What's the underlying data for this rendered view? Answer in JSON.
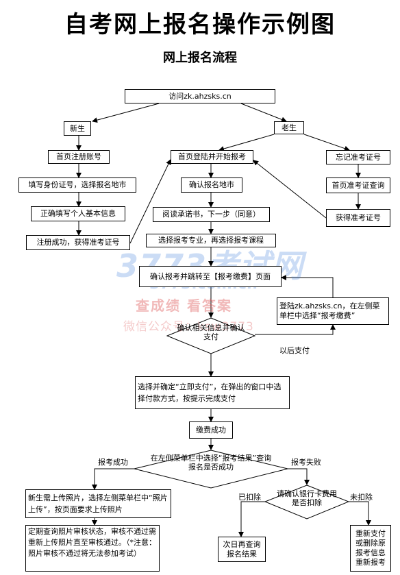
{
  "title": "自考网上报名操作示例图",
  "subtitle": "网上报名流程",
  "nodes": {
    "visit": "访问zk.ahzsks.cn",
    "new_student": "新生",
    "old_student": "老生",
    "register_account": "首页注册账号",
    "fill_id": "填写身份证号，选择报名地市",
    "fill_info": "正确填写个人基本信息",
    "register_done": "注册成功，获得准考证号",
    "login_start": "首页登陆并开始报考",
    "confirm_city": "确认报名地市",
    "read_promise": "阅读承诺书，下一步（同意）",
    "select_course": "选择报考专业，再选择报考课程",
    "confirm_jump": "确认报考并跳转至【报考缴费】页面",
    "forgot_ticket": "忘记准考证号",
    "query_ticket": "首页准考证查询",
    "get_ticket": "获得准考证号",
    "later_login": "登陆zk.ahzsks.cn，在左侧菜单栏中选择“报考缴费”",
    "confirm_info": "确认相关信息并确认支付",
    "select_pay": "选择并确定“立即支付”，在弹出的窗口中选择付款方式，按提示完成支付",
    "pay_success": "缴费成功",
    "check_result": "在左侧菜单栏中选择“报考结果”查询报名是否成功",
    "upload_photo": "新生需上传照片，选择左侧菜单栏中“照片上传”，按页面要求上传照片",
    "check_photo": "定期查询照片审核状态，审核不通过需重新上传照片直至审核通过。（*注意：照片审核不通过将无法参加考试）",
    "confirm_deduct": "请确认银行卡费用是否扣除",
    "next_day": "次日再查询报名结果",
    "repay": "重新支付或删除原报考信息重新报考"
  },
  "edge_labels": {
    "later_pay": "以后支付",
    "reg_success": "报考成功",
    "reg_fail": "报考失败",
    "deducted": "已扣除",
    "not_deducted": "未扣除"
  },
  "watermark": {
    "logo": "3773考试网",
    "url": "3773.com.cn",
    "slogan": "查成绩 看答案",
    "wechat": "微信公众号：ksw3773"
  }
}
